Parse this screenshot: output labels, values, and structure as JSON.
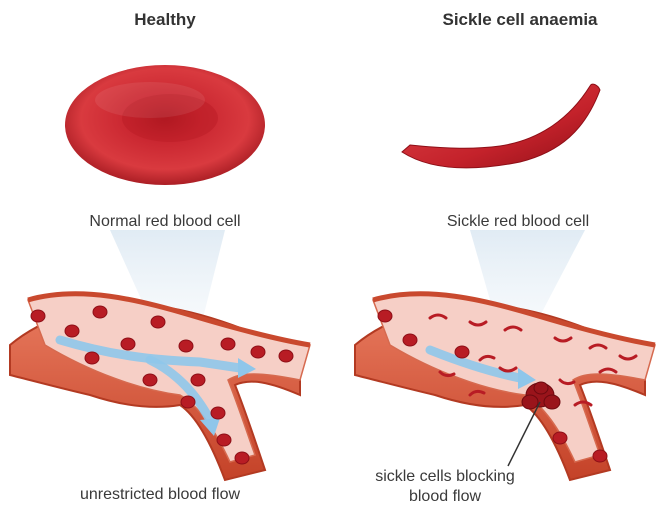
{
  "panels": {
    "healthy": {
      "title": "Healthy",
      "cell_label": "Normal red blood cell",
      "vessel_label": "unrestricted blood flow"
    },
    "sickle": {
      "title": "Sickle cell anaemia",
      "cell_label": "Sickle red blood cell",
      "annotation_line1": "sickle cells blocking",
      "annotation_line2": "blood flow"
    }
  },
  "colors": {
    "cell_red": "#c0202a",
    "cell_dark": "#8e0f17",
    "vessel_wall": "#d8543a",
    "vessel_inner": "#f6cfc6",
    "flow_arrow": "#8fc6ea",
    "magnify_cone": "#e4eef6"
  }
}
